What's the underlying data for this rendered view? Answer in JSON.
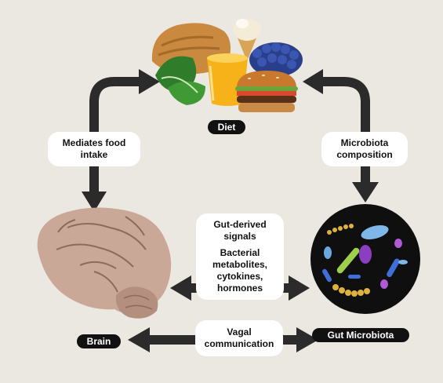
{
  "nodes": {
    "diet": "Diet",
    "brain": "Brain",
    "gut": "Gut Microbiota"
  },
  "labels": {
    "mediates_food_1": "Mediates food",
    "mediates_food_2": "intake",
    "microbiota_comp_1": "Microbiota",
    "microbiota_comp_2": "composition",
    "gut_signals_1": "Gut-derived",
    "gut_signals_2": "signals",
    "bacterial_1": "Bacterial",
    "bacterial_2": "metabolites,",
    "bacterial_3": "cytokines,",
    "bacterial_4": "hormones",
    "vagal_1": "Vagal",
    "vagal_2": "communication"
  },
  "colors": {
    "background": "#ebe7e1",
    "arrow": "#2b2b2b",
    "pill": "#111111",
    "box": "#ffffff"
  }
}
